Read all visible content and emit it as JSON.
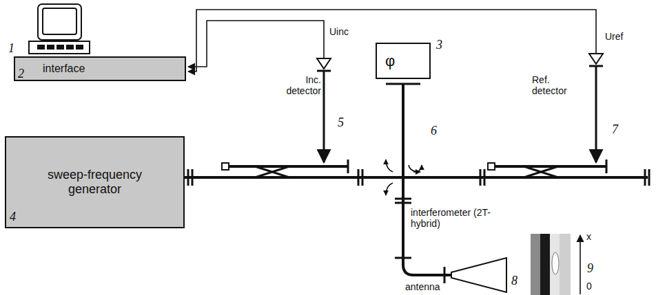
{
  "diagram": {
    "nodes": [
      {
        "text": [
          "interface"
        ]
      },
      {
        "text": [
          "φ"
        ]
      },
      {
        "text": [
          "sweep-frequency generator"
        ]
      }
    ],
    "labels": [
      "1",
      "2",
      "3",
      "4",
      "5",
      "6",
      "7",
      "8",
      "9",
      "Uinc",
      "Inc. detector",
      "Ref. detector",
      "Uref",
      "interferometer (2T-hybrid)",
      "antenna",
      "x",
      "0"
    ]
  }
}
